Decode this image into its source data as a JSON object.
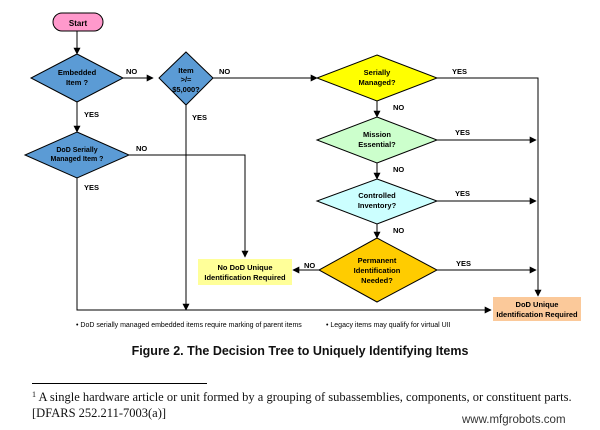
{
  "nodes": {
    "start": "Start",
    "embedded": [
      "Embedded",
      "Item ?"
    ],
    "item5000": [
      "Item",
      ">/=",
      "$5,000?"
    ],
    "dod_serially": [
      "DoD Serially",
      "Managed Item ?"
    ],
    "serially": [
      "Serially",
      "Managed?"
    ],
    "mission": [
      "Mission",
      "Essential?"
    ],
    "controlled": [
      "Controlled",
      "Inventory?"
    ],
    "permanent": [
      "Permanent",
      "Identification",
      "Needed?"
    ],
    "no_uid": [
      "No DoD Unique",
      "Identification Required"
    ],
    "uid_required": [
      "DoD Unique",
      "Identification Required"
    ]
  },
  "edges": {
    "embedded_no": "NO",
    "embedded_yes": "YES",
    "item5000_no": "NO",
    "item5000_yes": "YES",
    "dod_serially_no": "NO",
    "dod_serially_yes": "YES",
    "serially_yes": "YES",
    "serially_no": "NO",
    "mission_yes": "YES",
    "mission_no": "NO",
    "controlled_yes": "YES",
    "controlled_no": "NO",
    "permanent_yes": "YES",
    "permanent_no": "NO"
  },
  "notes": {
    "note1": "• DoD serially managed embedded items require marking of parent items",
    "note2": "• Legacy items may qualify for virtual UII"
  },
  "caption": "Figure 2. The Decision Tree to Uniquely Identifying Items",
  "footnote": {
    "marker": "1",
    "text": "A single hardware article or unit formed by a grouping of subassemblies, components, or constituent parts. [DFARS 252.211-7003(a)]"
  },
  "watermark": "www.mfgrobots.com",
  "colors": {
    "blue": "#5b9bd5",
    "yellow": "#ffff00",
    "green": "#ccffcc",
    "cyan": "#ccffff",
    "gold": "#ffcc00",
    "pink": "#ff99cc",
    "lightyellow": "#ffff99",
    "peach": "#fbc99a"
  }
}
